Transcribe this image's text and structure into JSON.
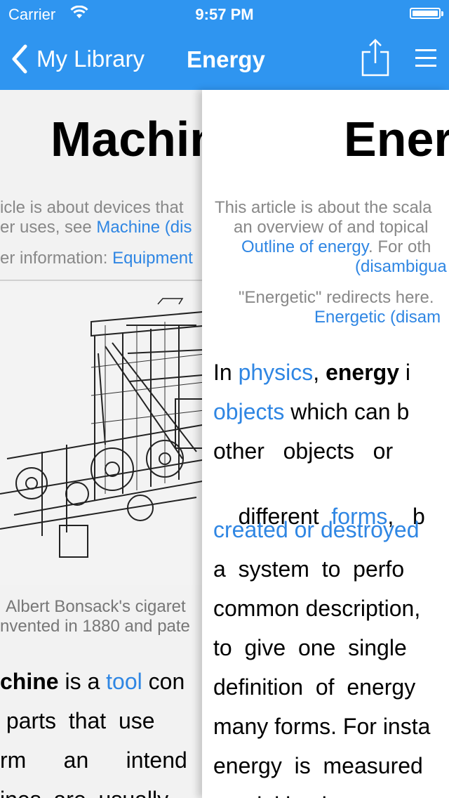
{
  "status": {
    "carrier": "Carrier",
    "time": "9:57 PM"
  },
  "nav": {
    "back_label": "My Library",
    "title": "Energy"
  },
  "left": {
    "title": "Machine",
    "hat1": "icle is about devices that",
    "hat2_pre": "er uses, see ",
    "hat2_link": "Machine (dis",
    "hat3_pre": "er information: ",
    "hat3_link": "Equipment",
    "caption1": "Albert Bonsack's cigaret",
    "caption2": "nvented in 1880 and pate",
    "p1_a": "chine",
    "p1_b": " is a ",
    "p1_link": "tool",
    "p1_c": " con",
    "p2": " parts  that  use",
    "p3": "rm      an      intend",
    "p4": "ines  are  usually"
  },
  "right": {
    "title": "Energy",
    "note1": "This article is about the scala",
    "note2": "an overview of and topical",
    "note3_link": "Outline of energy",
    "note3_rest": ". For oth",
    "note4_link": "(disambigua",
    "note5": "\"Energetic\" redirects here.",
    "note6_link": "Energetic (disam",
    "l1_a": "In ",
    "l1_link": "physics",
    "l1_b": ", ",
    "l1_bold": "energy",
    "l1_c": " i",
    "l2_link": "objects",
    "l2_rest": " which can b",
    "l3": "other   objects   or",
    "l4_a": "different  ",
    "l4_link": "forms",
    "l4_b": ",   b",
    "l5_link": "created or destroyed",
    "l6": "a  system  to  perfo",
    "l7": "common description,",
    "l8": "to  give  one  single",
    "l9": "definition  of  energy",
    "l10": "many forms. For insta",
    "l11": "energy  is  measured",
    "l12": "ental  kinetic  energy"
  },
  "colors": {
    "bar": "#2f95f0",
    "link": "#2f86e3"
  },
  "icons": [
    "wifi-icon",
    "battery-icon",
    "back-chevron-icon",
    "share-icon",
    "menu-icon"
  ]
}
